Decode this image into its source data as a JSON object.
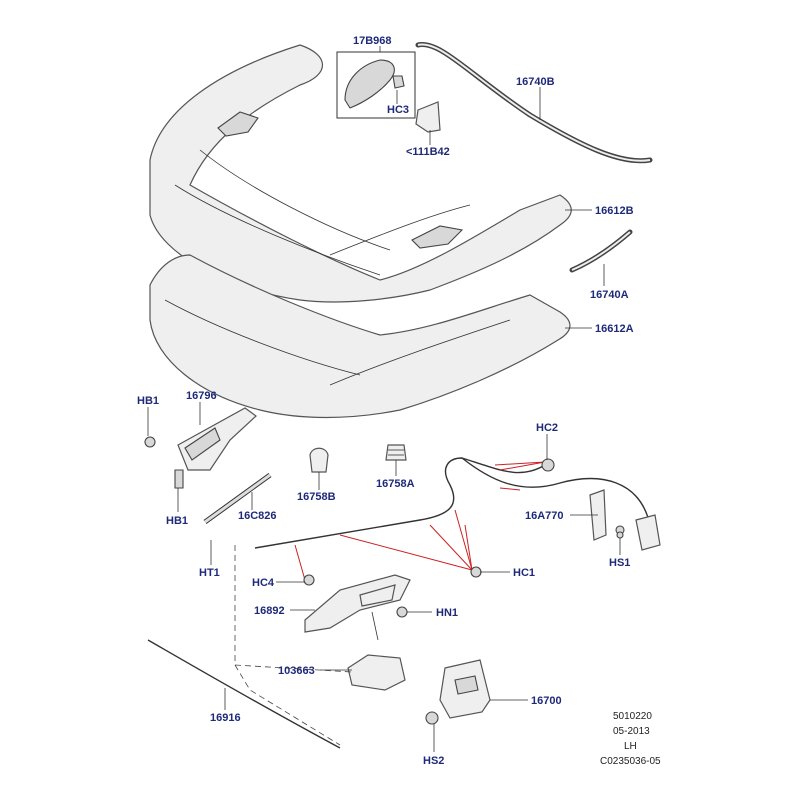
{
  "title_codes": {
    "diagram_number": "5010220",
    "date": "05-2013",
    "side": "LH",
    "illustration_code": "C0235036-05"
  },
  "callouts": [
    {
      "id": "17B968",
      "text": "17B968"
    },
    {
      "id": "HC3",
      "text": "HC3"
    },
    {
      "id": "111B42",
      "text": "<111B42"
    },
    {
      "id": "16740B",
      "text": "16740B"
    },
    {
      "id": "16612B",
      "text": "16612B"
    },
    {
      "id": "16740A",
      "text": "16740A"
    },
    {
      "id": "16612A",
      "text": "16612A"
    },
    {
      "id": "HB1a",
      "text": "HB1"
    },
    {
      "id": "16796",
      "text": "16796"
    },
    {
      "id": "HB1b",
      "text": "HB1"
    },
    {
      "id": "16C826",
      "text": "16C826"
    },
    {
      "id": "16758B",
      "text": "16758B"
    },
    {
      "id": "16758A",
      "text": "16758A"
    },
    {
      "id": "HC2",
      "text": "HC2"
    },
    {
      "id": "16A770",
      "text": "16A770"
    },
    {
      "id": "HS1",
      "text": "HS1"
    },
    {
      "id": "HT1",
      "text": "HT1"
    },
    {
      "id": "HC4",
      "text": "HC4"
    },
    {
      "id": "HC1",
      "text": "HC1"
    },
    {
      "id": "16892",
      "text": "16892"
    },
    {
      "id": "HN1",
      "text": "HN1"
    },
    {
      "id": "103663",
      "text": "103663"
    },
    {
      "id": "16700",
      "text": "16700"
    },
    {
      "id": "16916",
      "text": "16916"
    },
    {
      "id": "HS2",
      "text": "HS2"
    }
  ]
}
